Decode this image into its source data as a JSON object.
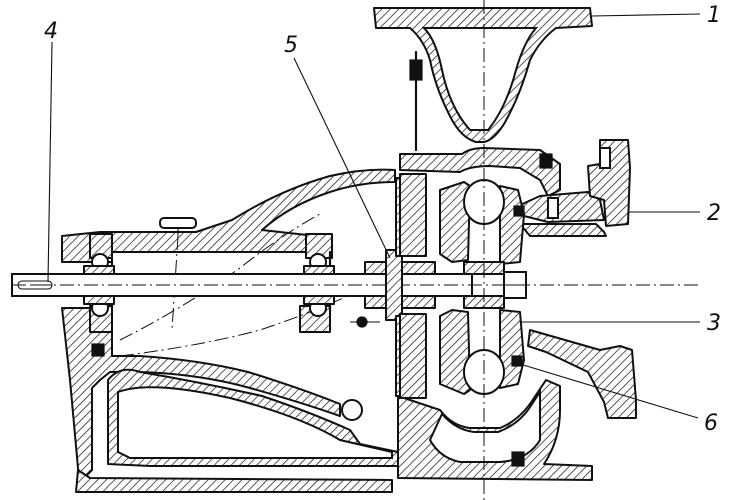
{
  "callouts": [
    {
      "id": "c1",
      "label": "1"
    },
    {
      "id": "c2",
      "label": "2"
    },
    {
      "id": "c3",
      "label": "3"
    },
    {
      "id": "c4",
      "label": "4"
    },
    {
      "id": "c5",
      "label": "5"
    },
    {
      "id": "c6",
      "label": "6"
    }
  ]
}
